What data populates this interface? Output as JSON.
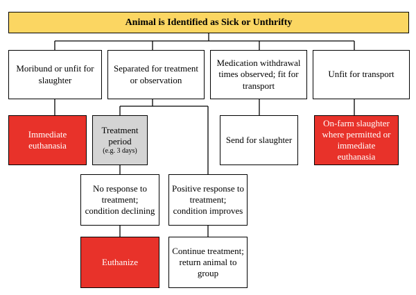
{
  "flowchart": {
    "title": "Animal is Identified as Sick or Unthrifty",
    "moribund": "Moribund or unfit for slaughter",
    "separated": "Separated for treatment or observation",
    "medication": "Medication withdrawal times observed; fit for transport",
    "unfit": "Unfit for transport",
    "immediate_euthanasia": "Immediate euthanasia",
    "treatment_period": "Treatment period",
    "treatment_period_note": "(e.g. 3 days)",
    "send_slaughter": "Send for slaughter",
    "onfarm": "On-farm slaughter where permitted or immediate euthanasia",
    "no_response": "No response to treatment; condition declining",
    "positive_response": "Positive response to treatment; condition improves",
    "euthanize": "Euthanize",
    "continue": "Continue treatment; return animal to group"
  },
  "colors": {
    "title_fill": "#fbd662",
    "red_fill": "#e8322a",
    "gray_fill": "#d4d4d4"
  }
}
